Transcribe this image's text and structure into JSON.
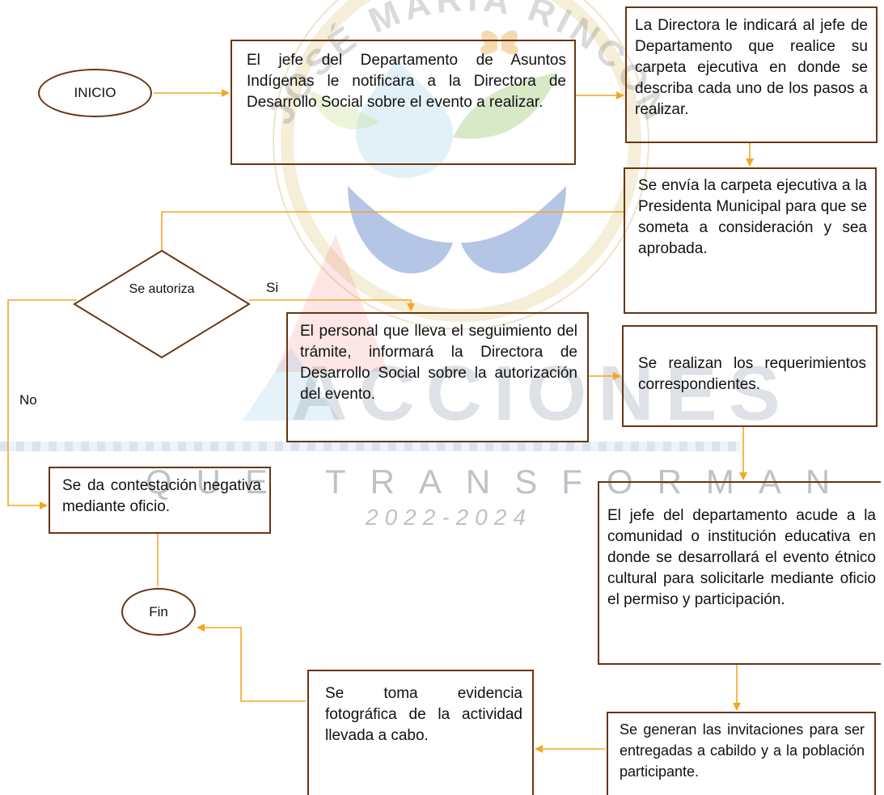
{
  "watermark": {
    "arc_text": "JOSÉ MARÍA RINCÓN",
    "word1": "ACCIONES",
    "word2": "QUE TRANSFORMAN",
    "years": "2022-2024"
  },
  "flow": {
    "inicio": "INICIO",
    "step_notify": "El jefe del Departamento de Asuntos Indígenas le notificara a la Directora de Desarrollo Social sobre el evento a realizar.",
    "step_director": "La Directora le indicará al jefe de Departamento que realice su carpeta ejecutiva en donde se describa cada uno de los pasos a realizar.",
    "step_send": "Se envía la carpeta ejecutiva a la Presidenta Municipal para que se someta a consideración y sea aprobada.",
    "decision": "Se autoriza",
    "label_yes": "Si",
    "label_no": "No",
    "step_inform": "El personal que lleva el seguimiento del trámite, informará la Directora de Desarrollo Social sobre la autorización del evento.",
    "step_requirements": "Se realizan los requerimientos correspondientes.",
    "step_negative": "Se da contestación negativa mediante oficio.",
    "step_visit": "El jefe del departamento acude a la comunidad o institución educativa en donde se desarrollará el evento étnico cultural para solicitarle mediante oficio el permiso y participación.",
    "fin": "Fin",
    "step_invitations": "Se generan las invitaciones para ser entregadas a cabildo y a la población participante.",
    "step_evidence": "Se toma evidencia fotográfica de la actividad llevada a cabo."
  },
  "colors": {
    "connector": "#f5a623",
    "box_border": "#6a3513"
  }
}
